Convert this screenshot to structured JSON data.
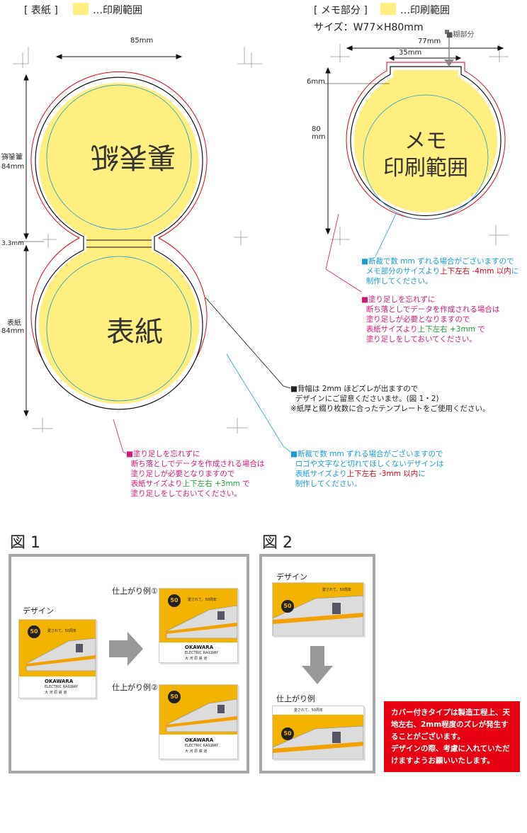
{
  "header_left": {
    "label": "[ 表紙 ]",
    "legend": "…印刷範囲"
  },
  "header_right": {
    "label": "[ メモ部分 ]",
    "legend": "…印刷範囲",
    "size": "サイズ：W77×H80mm"
  },
  "cover": {
    "dim_width": "85mm",
    "back_label": "裏表紙",
    "back_dim": "84mm",
    "spine_dim": "3.3mm",
    "front_label_line1": "表紙",
    "front_dim": "84mm",
    "front_text": "表紙",
    "back_text": "裏表紙"
  },
  "memo": {
    "dim_width": "77mm",
    "dim_tab": "35mm",
    "glue_label": "■糊部分",
    "tab_height": "6mm",
    "height_line1": "80",
    "height_line2": "mm",
    "text_line1": "メモ",
    "text_line2": "印刷範囲"
  },
  "notes": {
    "memo_blue": {
      "l1": "■断裁で数 mm ずれる場合がございますので",
      "l2a": "メモ部分のサイズより",
      "l2b": "上下左右 -4mm 以内",
      "l2c": "に",
      "l3": "制作してください。"
    },
    "memo_pink": {
      "l1": "■塗り足しを忘れずに",
      "l2": "断ち落としでデータを作成される場合は",
      "l3": "塗り足しが必要となりますので",
      "l4a": "表紙サイズより",
      "l4b": "上下左右 +3mm",
      "l4c": " で",
      "l5": "塗り足しをしておいてください。"
    },
    "spine": {
      "l1": "■背幅は 2mm ほどズレが出ますので",
      "l2": "デザインにご留意くださいませ。(図 1・2)",
      "l3": "※紙厚と綴り枚数に合ったテンプレートをご使用ください。"
    },
    "cover_pink": {
      "l1": "■塗り足しを忘れずに",
      "l2": "断ち落としでデータを作成される場合は",
      "l3": "塗り足しが必要となりますので",
      "l4a": "表紙サイズより",
      "l4b": "上下左右 +3mm",
      "l4c": " で",
      "l5": "塗り足しをしておいてください。"
    },
    "cover_blue": {
      "l1": "■断裁で数 mm ずれる場合がございますので",
      "l2": "ロゴや文字など切れてほしくないデザインは",
      "l3a": "表紙サイズより",
      "l3b": "上下左右 -3mm 以内",
      "l3c": "に",
      "l4": "制作してください。"
    }
  },
  "fig1": {
    "title": "図 1",
    "design_label": "デザイン",
    "result1_label": "仕上がり例①",
    "result2_label": "仕上がり例②"
  },
  "fig2": {
    "title": "図 2",
    "design_label": "デザイン",
    "result_label": "仕上がり例"
  },
  "pad": {
    "tagline": "愛されて、50周年",
    "brand1": "OKAWARA",
    "brand2": "ELECTRIC RAILWAY",
    "brand3": "大 河 原 鉄 道",
    "badge": "50"
  },
  "warning": "カバー付きタイプは製造工程上、天\n地左右、2mm程度のズレが発生す\nることがございます。\nデザインの際、考慮に入れていただ\nけますようお願いいたします。",
  "colors": {
    "yellow": "#ffef80",
    "red_line": "#e60012",
    "blue_line": "#1a9ad6",
    "pink_line": "#d4187a"
  }
}
